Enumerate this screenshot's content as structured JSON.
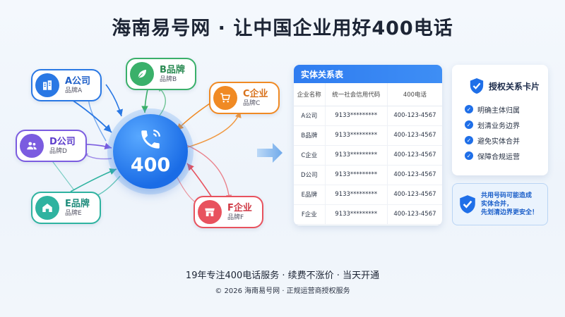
{
  "title": "海南易号网 · 让中国企业用好400电话",
  "center": {
    "number": "400"
  },
  "nodes": [
    {
      "name": "A公司",
      "sub": "品牌A",
      "color": "#2a78e4",
      "icon": "building-icon"
    },
    {
      "name": "B品牌",
      "sub": "品牌B",
      "color": "#3ab06a",
      "icon": "leaf-icon"
    },
    {
      "name": "C企业",
      "sub": "品牌C",
      "color": "#f08a24",
      "icon": "cart-icon"
    },
    {
      "name": "D公司",
      "sub": "品牌D",
      "color": "#7b5ce0",
      "icon": "users-icon"
    },
    {
      "name": "E品牌",
      "sub": "品牌E",
      "color": "#2fb3a0",
      "icon": "home-icon"
    },
    {
      "name": "F企业",
      "sub": "品牌F",
      "color": "#e8525e",
      "icon": "store-icon"
    }
  ],
  "table": {
    "title": "实体关系表",
    "headers": [
      "企业名称",
      "统一社会信用代码",
      "400电话"
    ],
    "rows": [
      [
        "A公司",
        "9133*********",
        "400-123-4567"
      ],
      [
        "B品牌",
        "9133*********",
        "400-123-4567"
      ],
      [
        "C企业",
        "9133*********",
        "400-123-4567"
      ],
      [
        "D公司",
        "9133*********",
        "400-123-4567"
      ],
      [
        "E品牌",
        "9133*********",
        "400-123-4567"
      ],
      [
        "F企业",
        "9133*********",
        "400-123-4567"
      ]
    ]
  },
  "auth": {
    "title": "授权关系卡片",
    "items": [
      "明确主体归属",
      "划清业务边界",
      "避免实体合并",
      "保障合规运营"
    ]
  },
  "warning": {
    "line1": "共用号码可能造成",
    "line2": "实体合并，",
    "line3": "先划清边界更安全！"
  },
  "footer": {
    "line1": "19年专注400电话服务 · 续费不涨价 · 当天开通",
    "line2": "© 2026 海南易号网 · 正规运营商授权服务"
  },
  "colors": {
    "accent": "#1f6fe8",
    "title": "#1d2535"
  }
}
